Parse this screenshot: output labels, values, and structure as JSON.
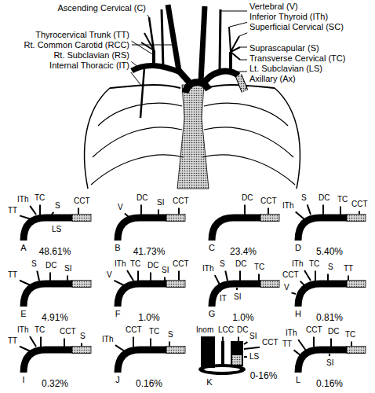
{
  "diagram": {
    "labels": [
      "Ascending Cervical (C)",
      "Vertebral (V)",
      "Inferior Thyroid (ITh)",
      "Superficial Cervical (SC)",
      "Thyrocervical Trunk (TT)",
      "Rt. Common Carotid (RCC)",
      "Suprascapular (S)",
      "Transverse Cervical (TC)",
      "Rt. Subclavian (RS)",
      "Lt. Subclavian (LS)",
      "Internal Thoracic (IT)",
      "Axillary (Ax)",
      "ITh",
      "TC",
      "TT",
      "S",
      "CCT",
      "LS",
      "A",
      "48.61%",
      "DC",
      "V",
      "SI",
      "CCT",
      "B",
      "41.73%",
      "DC",
      "CCT",
      "C",
      "23.4%",
      "ITh",
      "S",
      "DC",
      "TC",
      "CCT",
      "D",
      "5.40%",
      "S",
      "DC",
      "TT",
      "SI",
      "E",
      "4.91%",
      "ITh",
      "TC",
      "V",
      "DC",
      "SI",
      "CCT",
      "F",
      "1.0%",
      "ITh",
      "S",
      "DC",
      "TC",
      "SI",
      "IT",
      "G",
      "1.0%",
      "ITh",
      "TC",
      "CCT",
      "S",
      "V",
      "TT",
      "H",
      "0.81%",
      "ITh",
      "TC",
      "TT",
      "CCT",
      "S",
      "I",
      "0.32%",
      "CCT",
      "ITh",
      "TC",
      "S",
      "J",
      "0.16%",
      "Inom",
      "LCC",
      "DC",
      "SI",
      "CCT",
      "LS",
      "K",
      "0-16%",
      "ITh",
      "CCT",
      "TT",
      "DC",
      "TC",
      "SI",
      "L",
      "0.16%"
    ]
  }
}
